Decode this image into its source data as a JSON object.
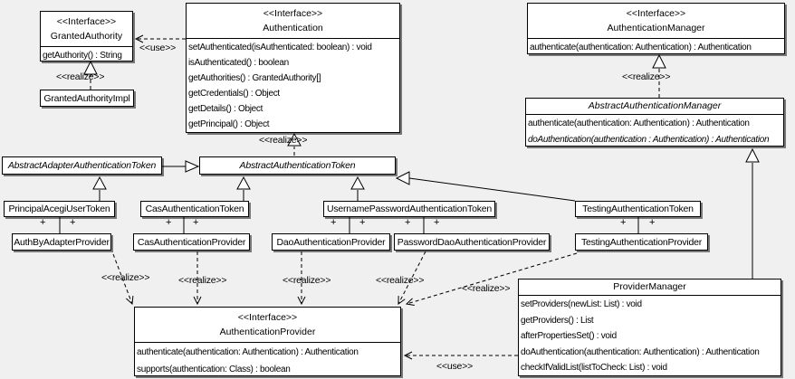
{
  "stereotypes": {
    "interface": "<<Interface>>",
    "realize": "<<realize>>",
    "use": "<<use>>",
    "plus": "+"
  },
  "classes": {
    "granted_authority": {
      "stereotype": "<<Interface>>",
      "name": "GrantedAuthority",
      "methods": [
        "getAuthority() : String"
      ]
    },
    "granted_authority_impl": {
      "name": "GrantedAuthorityImpl"
    },
    "authentication": {
      "stereotype": "<<Interface>>",
      "name": "Authentication",
      "methods": [
        "setAuthenticated(isAuthenticated: boolean) : void",
        "isAuthenticated() : boolean",
        "getAuthorities() : GrantedAuthority[]",
        "getCredentials() : Object",
        "getDetails() : Object",
        "getPrincipal() : Object"
      ]
    },
    "authentication_manager": {
      "stereotype": "<<Interface>>",
      "name": "AuthenticationManager",
      "methods": [
        "authenticate(authentication: Authentication) : Authentication"
      ]
    },
    "abstract_authentication_manager": {
      "name": "AbstractAuthenticationManager",
      "abstract": true,
      "methods": [
        "authenticate(authentication: Authentication) : Authentication",
        "doAuthentication(authentication : Authentication) : Authentication"
      ]
    },
    "abstract_adapter_authentication_token": {
      "name": "AbstractAdapterAuthenticationToken",
      "abstract": true
    },
    "abstract_authentication_token": {
      "name": "AbstractAuthenticationToken",
      "abstract": true
    },
    "principal_acegi_user_token": {
      "name": "PrincipalAcegiUserToken"
    },
    "cas_authentication_token": {
      "name": "CasAuthenticationToken"
    },
    "username_password_authentication_token": {
      "name": "UsernamePasswordAuthenticationToken"
    },
    "testing_authentication_token": {
      "name": "TestingAuthenticationToken"
    },
    "auth_by_adapter_provider": {
      "name": "AuthByAdapterProvider"
    },
    "cas_authentication_provider": {
      "name": "CasAuthenticationProvider"
    },
    "dao_authentication_provider": {
      "name": "DaoAuthenticationProvider"
    },
    "password_dao_authentication_provider": {
      "name": "PasswordDaoAuthenticationProvider"
    },
    "testing_authentication_provider": {
      "name": "TestingAuthenticationProvider"
    },
    "authentication_provider": {
      "stereotype": "<<Interface>>",
      "name": "AuthenticationProvider",
      "methods": [
        "authenticate(authentication: Authentication) : Authentication",
        "supports(authentication: Class) : boolean"
      ]
    },
    "provider_manager": {
      "name": "ProviderManager",
      "methods": [
        "setProviders(newList: List) : void",
        "getProviders() : List",
        "afterPropertiesSet() : void",
        "doAuthentication(authentication: Authentication) : Authentication",
        "checkIfValidList(listToCheck: List) : void"
      ]
    }
  },
  "relationships": [
    {
      "from": "GrantedAuthorityImpl",
      "to": "GrantedAuthority",
      "type": "realize"
    },
    {
      "from": "Authentication",
      "to": "GrantedAuthority",
      "type": "use"
    },
    {
      "from": "AbstractAuthenticationToken",
      "to": "Authentication",
      "type": "realize"
    },
    {
      "from": "AbstractAuthenticationManager",
      "to": "AuthenticationManager",
      "type": "realize"
    },
    {
      "from": "AbstractAdapterAuthenticationToken",
      "to": "AbstractAuthenticationToken",
      "type": "generalization"
    },
    {
      "from": "PrincipalAcegiUserToken",
      "to": "AbstractAdapterAuthenticationToken",
      "type": "generalization"
    },
    {
      "from": "CasAuthenticationToken",
      "to": "AbstractAuthenticationToken",
      "type": "generalization"
    },
    {
      "from": "UsernamePasswordAuthenticationToken",
      "to": "AbstractAuthenticationToken",
      "type": "generalization"
    },
    {
      "from": "TestingAuthenticationToken",
      "to": "AbstractAuthenticationToken",
      "type": "generalization"
    },
    {
      "from": "ProviderManager",
      "to": "AbstractAuthenticationManager",
      "type": "generalization"
    },
    {
      "from": "PrincipalAcegiUserToken",
      "to": "AuthByAdapterProvider",
      "type": "association"
    },
    {
      "from": "CasAuthenticationToken",
      "to": "CasAuthenticationProvider",
      "type": "association"
    },
    {
      "from": "UsernamePasswordAuthenticationToken",
      "to": "DaoAuthenticationProvider",
      "type": "association"
    },
    {
      "from": "UsernamePasswordAuthenticationToken",
      "to": "PasswordDaoAuthenticationProvider",
      "type": "association"
    },
    {
      "from": "TestingAuthenticationToken",
      "to": "TestingAuthenticationProvider",
      "type": "association"
    },
    {
      "from": "AuthByAdapterProvider",
      "to": "AuthenticationProvider",
      "type": "realize"
    },
    {
      "from": "CasAuthenticationProvider",
      "to": "AuthenticationProvider",
      "type": "realize"
    },
    {
      "from": "DaoAuthenticationProvider",
      "to": "AuthenticationProvider",
      "type": "realize"
    },
    {
      "from": "PasswordDaoAuthenticationProvider",
      "to": "AuthenticationProvider",
      "type": "realize"
    },
    {
      "from": "TestingAuthenticationProvider",
      "to": "AuthenticationProvider",
      "type": "realize"
    },
    {
      "from": "ProviderManager",
      "to": "AuthenticationProvider",
      "type": "use"
    }
  ]
}
